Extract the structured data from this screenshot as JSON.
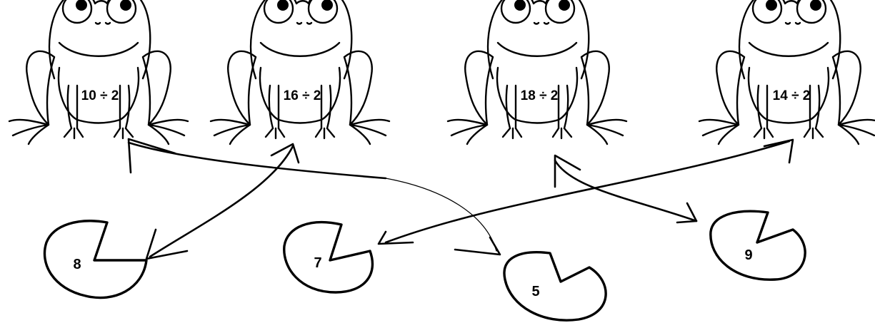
{
  "frogs": [
    {
      "expression": "10 ÷ 2"
    },
    {
      "expression": "16 ÷ 2"
    },
    {
      "expression": "18 ÷ 2"
    },
    {
      "expression": "14 ÷ 2"
    }
  ],
  "lily_pads": [
    {
      "number": "8"
    },
    {
      "number": "7"
    },
    {
      "number": "5"
    },
    {
      "number": "9"
    }
  ]
}
